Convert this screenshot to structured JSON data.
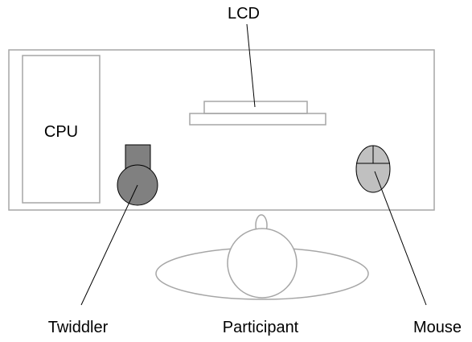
{
  "labels": {
    "lcd": "LCD",
    "cpu": "CPU",
    "twiddler": "Twiddler",
    "participant": "Participant",
    "mouse": "Mouse"
  },
  "colors": {
    "outline": "#a6a6a6",
    "leader_line": "#000000",
    "twiddler_fill": "#808080",
    "mouse_fill": "#c0c0c0",
    "background": "#ffffff"
  }
}
